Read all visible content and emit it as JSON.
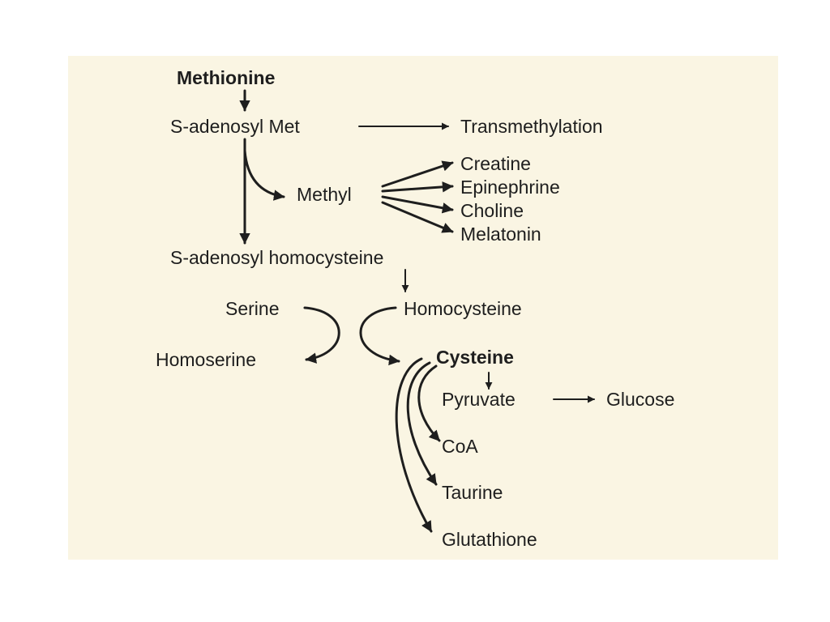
{
  "nodes": {
    "methionine": "Methionine",
    "sam": "S-adenosyl Met",
    "transmethylation": "Transmethylation",
    "methyl": "Methyl",
    "creatine": "Creatine",
    "epinephrine": "Epinephrine",
    "choline": "Choline",
    "melatonin": "Melatonin",
    "sah": "S-adenosyl homocysteine",
    "serine": "Serine",
    "homocysteine": "Homocysteine",
    "homoserine": "Homoserine",
    "cysteine": "Cysteine",
    "pyruvate": "Pyruvate",
    "glucose": "Glucose",
    "coa": "CoA",
    "taurine": "Taurine",
    "glutathione": "Glutathione"
  },
  "colors": {
    "panel_background": "#faf5e3",
    "ink": "#1e1e1e"
  }
}
